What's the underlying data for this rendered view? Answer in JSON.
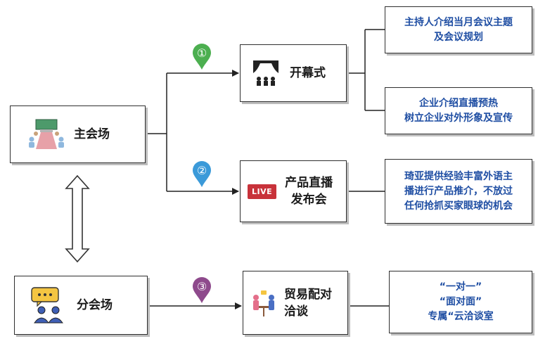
{
  "nodes": {
    "main_venue": "主会场",
    "sub_venue": "分会场",
    "opening": "开幕式",
    "product_launch": "产品直播\n发布会",
    "trade_matching": "贸易配对\n洽谈"
  },
  "notes": {
    "opening_host": "主持人介绍当月会议主题\n及会议规划",
    "opening_company": "企业介绍直播预热\n树立企业对外形象及宣传",
    "launch": "琦亚提供经验丰富外语主\n播进行产品推介，不放过\n任何抢抓买家眼球的机会",
    "trade": "“一对一”\n“面对面”\n专属“云洽谈室"
  },
  "steps": [
    "①",
    "②",
    "③"
  ],
  "icons": {
    "live_badge": "LIVE",
    "step_colors": [
      "#4caf50",
      "#3b9ad9",
      "#8e4a8c"
    ],
    "note_text_color": "#1f4ea3"
  }
}
